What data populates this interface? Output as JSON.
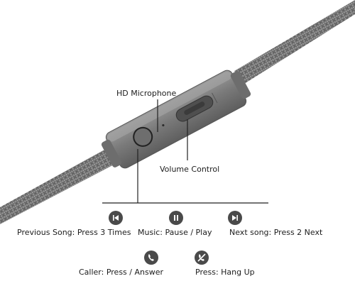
{
  "callouts": {
    "microphone": "HD Microphone",
    "volume": "Volume Control"
  },
  "controls": [
    {
      "icon": "previous-icon",
      "label": "Previous Song: Press 3 Times"
    },
    {
      "icon": "pause-icon",
      "label": "Music: Pause / Play"
    },
    {
      "icon": "next-icon",
      "label": "Next song: Press 2 Next"
    },
    {
      "icon": "phone-icon",
      "label": "Caller: Press / Answer"
    },
    {
      "icon": "hang-up-icon",
      "label": "Press: Hang Up"
    }
  ],
  "colors": {
    "cable": "#8a8a8a",
    "remote": "#7d7d7d",
    "icon": "#4a4a4a",
    "line": "#222222"
  }
}
